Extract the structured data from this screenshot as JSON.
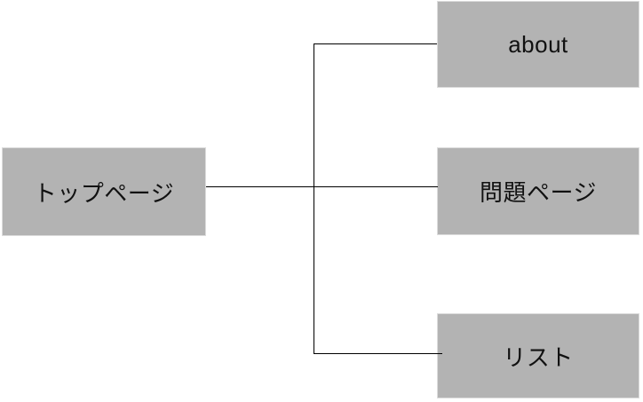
{
  "diagram": {
    "type": "sitemap",
    "background_color": "#ffffff",
    "node_fill_color": "#b3b3b3",
    "node_border_color": "#dcdcdc",
    "line_color": "#000000",
    "text_color": "#111111",
    "nodes": {
      "top_page": {
        "label": "トップページ"
      },
      "about": {
        "label": "about"
      },
      "problem_page": {
        "label": "問題ページ"
      },
      "list": {
        "label": "リスト"
      }
    },
    "edges": [
      {
        "from": "top_page",
        "to": "about"
      },
      {
        "from": "top_page",
        "to": "problem_page"
      },
      {
        "from": "top_page",
        "to": "list"
      }
    ]
  }
}
